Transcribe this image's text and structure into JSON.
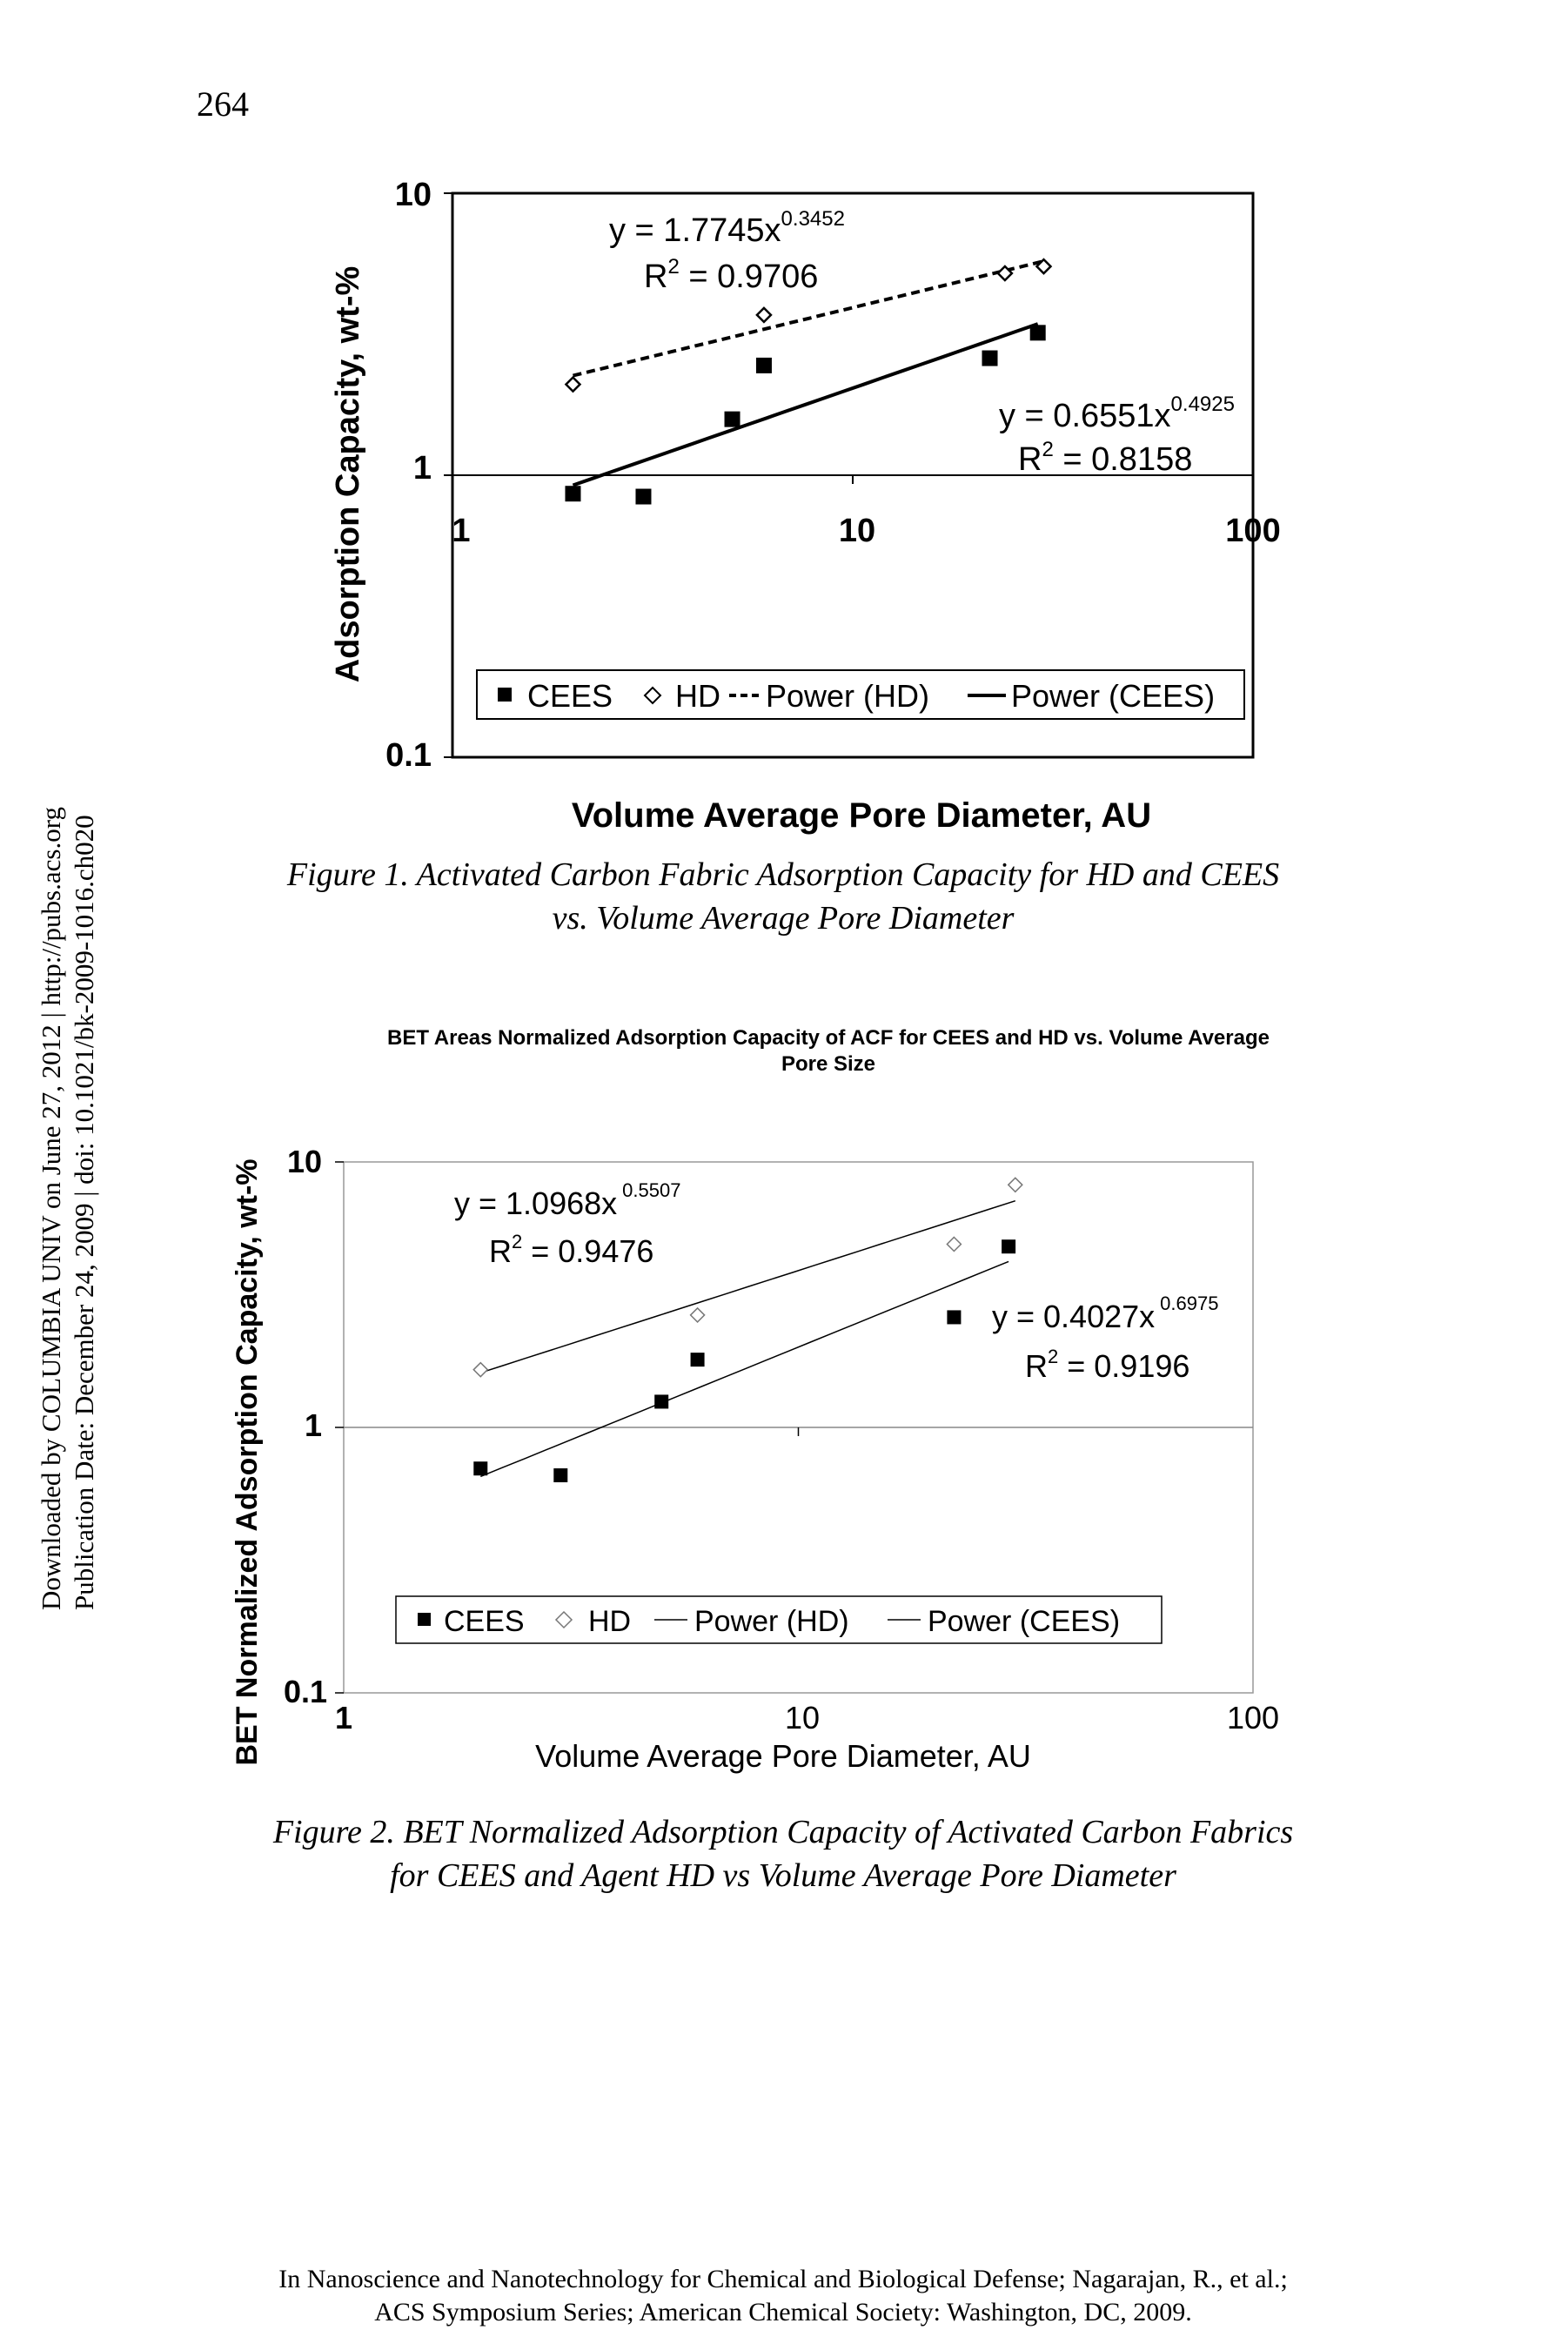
{
  "page_number": "264",
  "side_note": {
    "line1": "Downloaded by COLUMBIA UNIV on June 27, 2012 | http://pubs.acs.org",
    "line2": "Publication Date: December 24, 2009 | doi: 10.1021/bk-2009-1016.ch020"
  },
  "figure1": {
    "caption_line1": "Figure 1. Activated Carbon Fabric Adsorption Capacity for HD and CEES",
    "caption_line2": "vs. Volume Average Pore Diameter"
  },
  "figure2": {
    "caption_line1": "Figure 2. BET Normalized Adsorption Capacity of Activated Carbon Fabrics",
    "caption_line2": "for CEES and Agent HD vs Volume Average Pore Diameter"
  },
  "footer": {
    "line1": "In Nanoscience and Nanotechnology for Chemical and Biological Defense; Nagarajan, R., et al.;",
    "line2": "ACS Symposium Series; American Chemical Society: Washington, DC, 2009."
  },
  "chart_data": [
    {
      "type": "scatter",
      "title": "",
      "xlabel": "Volume Average Pore Diameter, AU",
      "ylabel": "Adsorption Capacity, wt-%",
      "x_scale": "log",
      "y_scale": "log",
      "xlim": [
        1,
        100
      ],
      "ylim": [
        0.1,
        10
      ],
      "x_ticks": [
        "1",
        "10",
        "100"
      ],
      "y_ticks": [
        "0.1",
        "1",
        "10"
      ],
      "series": [
        {
          "name": "CEES",
          "marker": "filled-square",
          "points": [
            [
              2,
              0.86
            ],
            [
              3,
              0.84
            ],
            [
              5,
              1.58
            ],
            [
              6,
              2.45
            ],
            [
              22,
              2.6
            ],
            [
              29,
              3.2
            ]
          ]
        },
        {
          "name": "HD",
          "marker": "open-diamond",
          "points": [
            [
              2,
              2.1
            ],
            [
              6,
              3.7
            ],
            [
              24,
              5.2
            ],
            [
              30,
              5.5
            ]
          ]
        },
        {
          "name": "Power (HD)",
          "line": "dashed",
          "coef": 1.7745,
          "exp": 0.3452,
          "x_range": [
            2,
            30
          ]
        },
        {
          "name": "Power (CEES)",
          "line": "solid",
          "coef": 0.6551,
          "exp": 0.4925,
          "x_range": [
            2,
            29
          ]
        }
      ],
      "annotations": {
        "hd_eq_prefix": "y = 1.7745x",
        "hd_eq_exp": "0.3452",
        "hd_r2_prefix": "R",
        "hd_r2_sup": "2",
        "hd_r2_value": " = 0.9706",
        "cees_eq_prefix": "y = 0.6551x",
        "cees_eq_exp": "0.4925",
        "cees_r2_prefix": "R",
        "cees_r2_sup": "2",
        "cees_r2_value": " = 0.8158"
      },
      "legend": [
        "CEES",
        "HD",
        "Power (HD)",
        "Power (CEES)"
      ],
      "legend_placement": "bottom",
      "grid": "horizontal at 1"
    },
    {
      "type": "scatter",
      "title": "BET Areas Normalized Adsorption Capacity of ACF for CEES and HD vs. Volume Average Pore Size",
      "title_line1": "BET Areas Normalized Adsorption Capacity of ACF for CEES and HD vs. Volume Average",
      "title_line2": "Pore Size",
      "xlabel": "Volume Average Pore Diameter, AU",
      "ylabel": "BET Normalized Adsorption Capacity, wt-%",
      "x_scale": "log",
      "y_scale": "log",
      "xlim": [
        1,
        100
      ],
      "ylim": [
        0.1,
        10
      ],
      "x_ticks": [
        "1",
        "10",
        "100"
      ],
      "y_ticks": [
        "0.1",
        "1",
        "10"
      ],
      "series": [
        {
          "name": "CEES",
          "marker": "filled-square",
          "points": [
            [
              2,
              0.7
            ],
            [
              3,
              0.66
            ],
            [
              5,
              1.25
            ],
            [
              6,
              1.8
            ],
            [
              22,
              2.6
            ],
            [
              29,
              4.8
            ]
          ]
        },
        {
          "name": "HD",
          "marker": "open-diamond",
          "points": [
            [
              2,
              1.65
            ],
            [
              6,
              2.65
            ],
            [
              22,
              4.9
            ],
            [
              30,
              8.2
            ]
          ]
        },
        {
          "name": "Power (HD)",
          "line": "solid-thin",
          "coef": 1.0968,
          "exp": 0.5507,
          "x_range": [
            2,
            30
          ]
        },
        {
          "name": "Power (CEES)",
          "line": "solid-thin",
          "coef": 0.4027,
          "exp": 0.6975,
          "x_range": [
            2,
            29
          ]
        }
      ],
      "annotations": {
        "hd_eq_prefix": "y = 1.0968x",
        "hd_eq_exp": "0.5507",
        "hd_r2_prefix": "R",
        "hd_r2_sup": "2",
        "hd_r2_value": " = 0.9476",
        "cees_eq_prefix": "y = 0.4027x",
        "cees_eq_exp": "0.6975",
        "cees_r2_prefix": "R",
        "cees_r2_sup": "2",
        "cees_r2_value": " = 0.9196"
      },
      "legend": [
        "CEES",
        "HD",
        "Power (HD)",
        "Power (CEES)"
      ],
      "legend_placement": "bottom",
      "grid": "horizontal at 1"
    }
  ]
}
